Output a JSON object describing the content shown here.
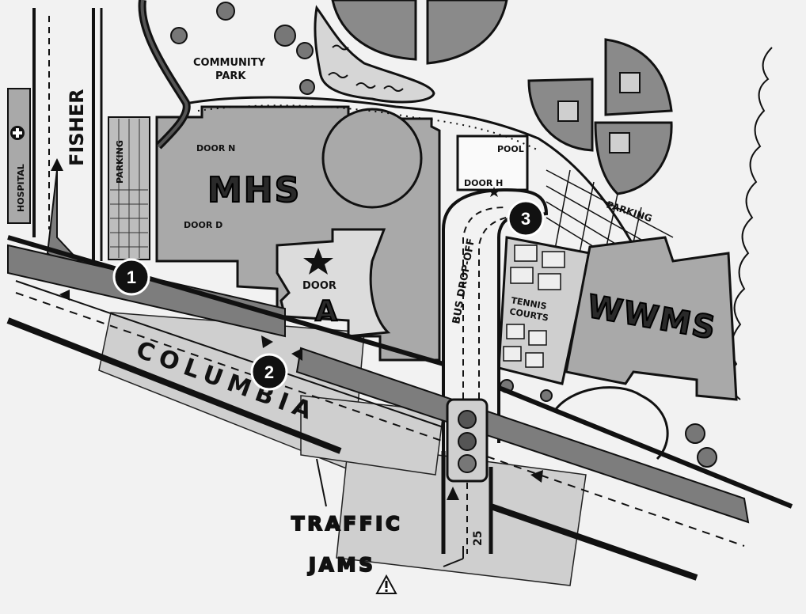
{
  "labels": {
    "community_park": "COMMUNITY",
    "community_park_2": "PARK",
    "fisher": "FISHER",
    "hospital": "HOSPITAL",
    "parking_left": "PARKING",
    "mhs": "MHS",
    "door_n": "DOOR N",
    "door_d": "DOOR D",
    "door_a_1": "DOOR",
    "door_a_2": "A",
    "pool": "POOL",
    "door_h": "DOOR H",
    "bus_drop_off": "BUS DROP-OFF",
    "parking_right": "PARKING",
    "tennis_1": "TENNIS",
    "tennis_2": "COURTS",
    "wwms": "WWMS",
    "columbia": "COLUMBIA",
    "traffic": "TRAFFIC",
    "jams": "JAMS",
    "street_25": "25"
  },
  "markers": [
    {
      "number": "1"
    },
    {
      "number": "2"
    },
    {
      "number": "3"
    }
  ],
  "colors": {
    "ground": "#f2f2f2",
    "building": "#a9a9a9",
    "road_band": "#7d7d7d",
    "traffic_zone": "#c8c8c8",
    "ink": "#111111",
    "marker": "#111111"
  },
  "icons": [
    "hospital-cross-icon",
    "star-icon",
    "traffic-light-icon",
    "warning-icon",
    "tree-icon"
  ]
}
